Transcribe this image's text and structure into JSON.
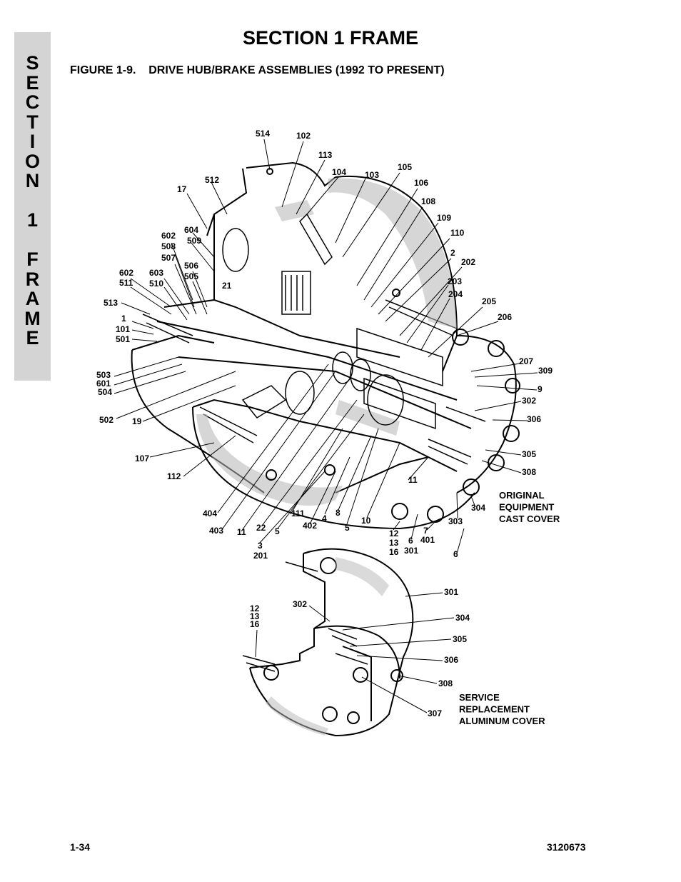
{
  "side_tab": {
    "letters": [
      "S",
      "E",
      "C",
      "T",
      "I",
      "O",
      "N",
      "",
      "1",
      "",
      "F",
      "R",
      "A",
      "M",
      "E"
    ]
  },
  "header": {
    "section_title": "SECTION 1  FRAME",
    "figure_title": "FIGURE 1-9.    DRIVE HUB/BRAKE ASSEMBLIES (1992 TO PRESENT)"
  },
  "upper_assembly": {
    "callouts": [
      "514",
      "102",
      "113",
      "104",
      "103",
      "105",
      "106",
      "108",
      "109",
      "110",
      "2",
      "202",
      "203",
      "204",
      "205",
      "206",
      "207",
      "309",
      "9",
      "302",
      "306",
      "305",
      "308",
      "512",
      "17",
      "604",
      "509",
      "602",
      "508",
      "507",
      "506",
      "505",
      "603",
      "510",
      "602",
      "511",
      "21",
      "513",
      "1",
      "101",
      "501",
      "503",
      "601",
      "504",
      "502",
      "19",
      "107",
      "112",
      "11",
      "404",
      "403",
      "11",
      "22",
      "5",
      "111",
      "4",
      "402",
      "8",
      "5",
      "10",
      "3",
      "201",
      "12",
      "13",
      "16",
      "6",
      "301",
      "7",
      "401",
      "304",
      "303",
      "6"
    ],
    "note_lines": [
      "ORIGINAL",
      "EQUIPMENT",
      "CAST COVER"
    ]
  },
  "lower_assembly": {
    "callouts": [
      "301",
      "302",
      "12",
      "13",
      "16",
      "304",
      "305",
      "306",
      "308",
      "307"
    ],
    "note_lines": [
      "SERVICE",
      "REPLACEMENT",
      "ALUMINUM COVER"
    ]
  },
  "footer": {
    "page_number": "1-34",
    "doc_number": "3120673"
  }
}
